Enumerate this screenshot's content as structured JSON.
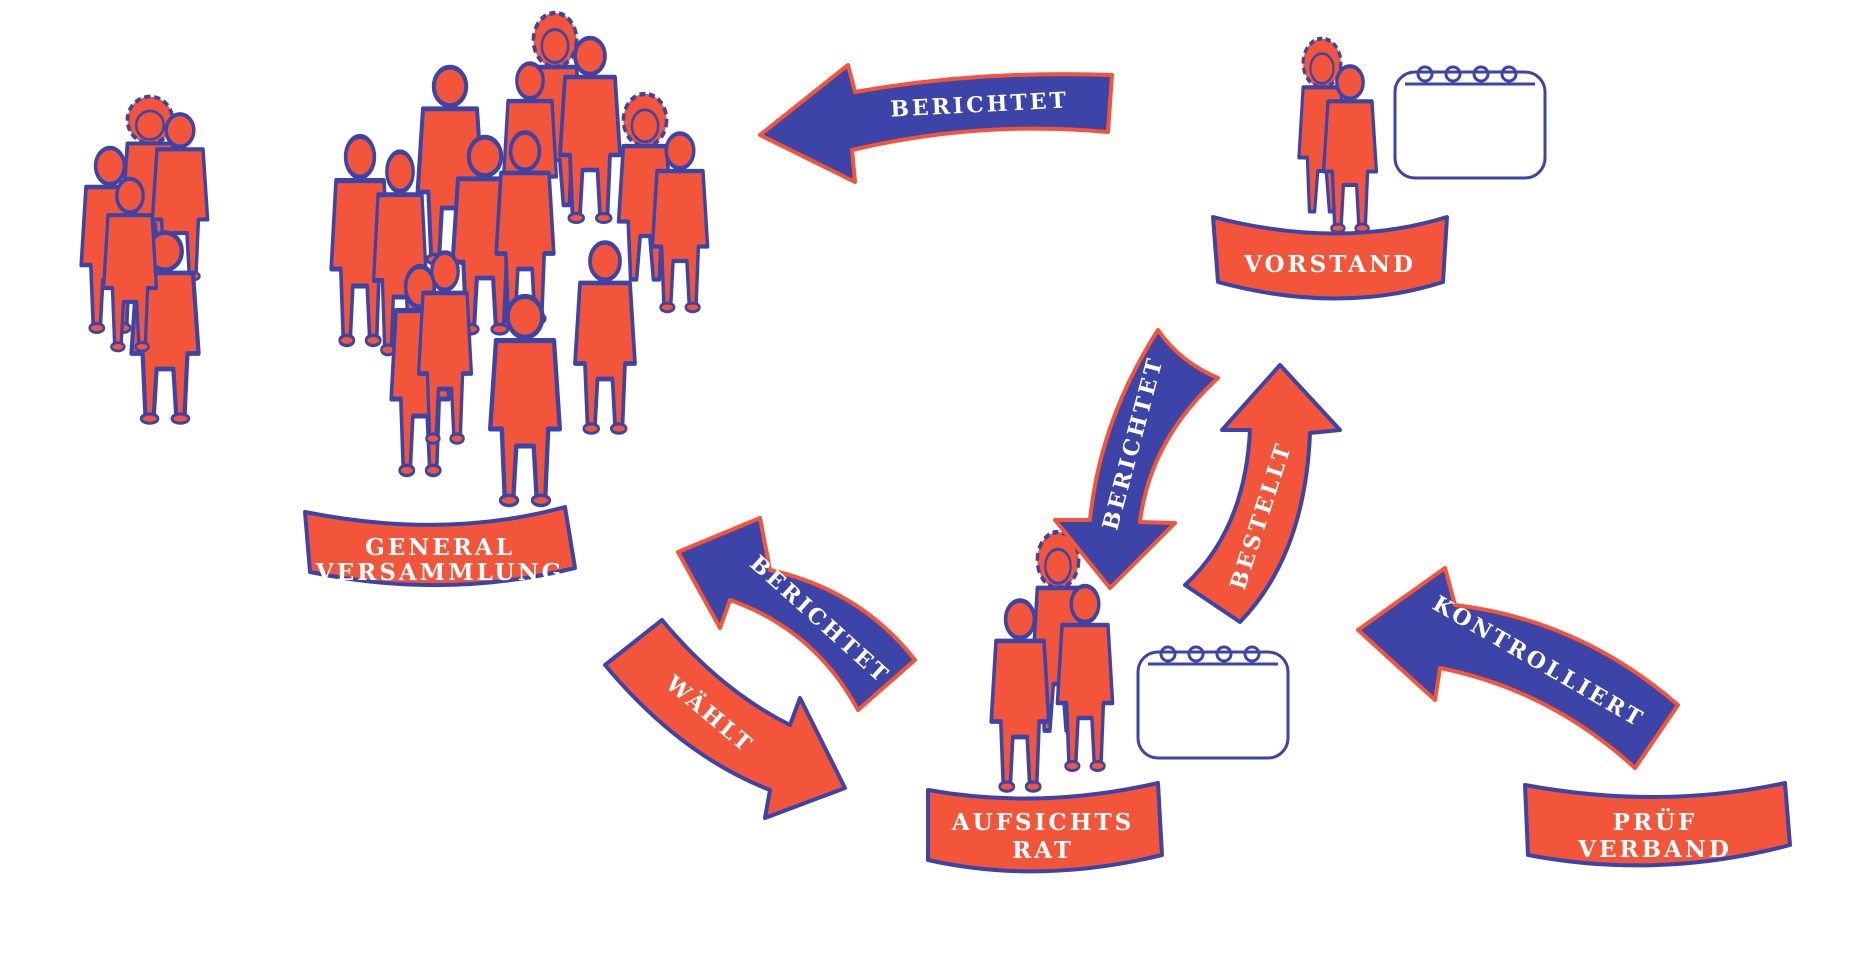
{
  "colors": {
    "orange": "#f2553a",
    "blue": "#3d44a8",
    "white": "#ffffff"
  },
  "groups": {
    "general_versammlung": {
      "line1": "GENERAL",
      "line2": "VERSAMMLUNG",
      "icon": "crowd-icon"
    },
    "vorstand": {
      "line1": "VORSTAND",
      "icon": "people-pair-icon"
    },
    "aufsichtsrat": {
      "line1": "AUFSICHTS",
      "line2": "RAT",
      "icon": "people-trio-icon"
    },
    "pruefverband": {
      "line1": "PRÜF",
      "line2": "VERBAND"
    }
  },
  "arrows": {
    "top_berichtet": "BERICHTET",
    "mid_berichtet": "BERICHTET",
    "bestellt": "BESTELLT",
    "left_berichtet": "BERICHTET",
    "waehlt": "WÄHLT",
    "kontrolliert": "KONTROLLIERT"
  },
  "icons": {
    "vorstand_calendar": "calendar-icon",
    "aufsichtsrat_calendar": "calendar-icon"
  }
}
